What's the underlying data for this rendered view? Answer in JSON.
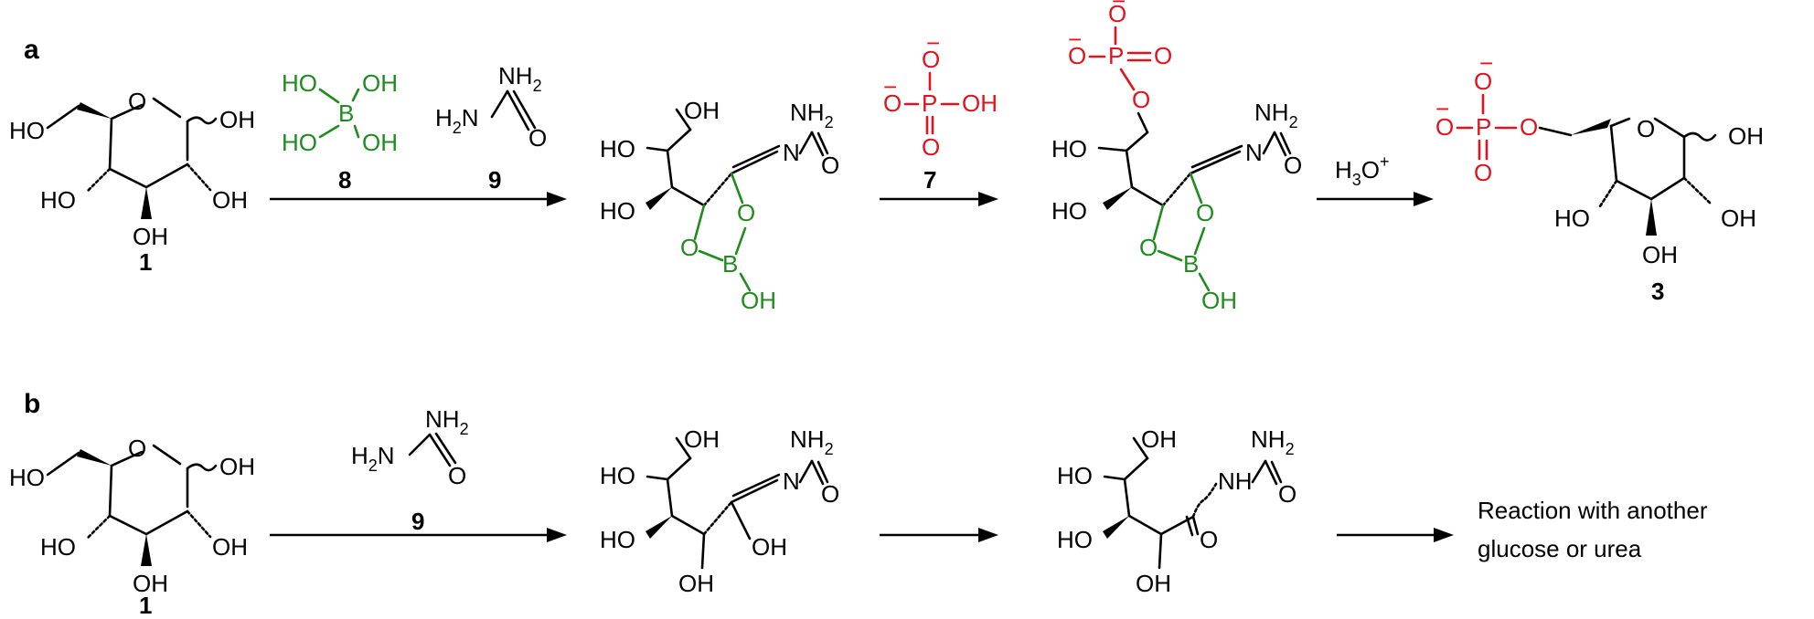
{
  "colors": {
    "black": "#000000",
    "boron_green": "#208c20",
    "phosphate_red": "#e0141e"
  },
  "panels": {
    "a": "a",
    "b": "b"
  },
  "atoms": {
    "HO": "HO",
    "OH": "OH",
    "O": "O",
    "N": "N",
    "NH2": "NH",
    "sub2": "2",
    "H2N": "H",
    "H2N_N": "N",
    "B": "B",
    "P": "P",
    "minus": "−"
  },
  "compounds": {
    "c1": "1",
    "c3": "3",
    "c7": "7",
    "c8": "8",
    "c9": "9"
  },
  "reagent_acid": {
    "H3O": "H",
    "sub3": "3",
    "O": "O",
    "plus": "+"
  },
  "final_text": {
    "line1": "Reaction with another",
    "line2": "glucose or urea"
  }
}
